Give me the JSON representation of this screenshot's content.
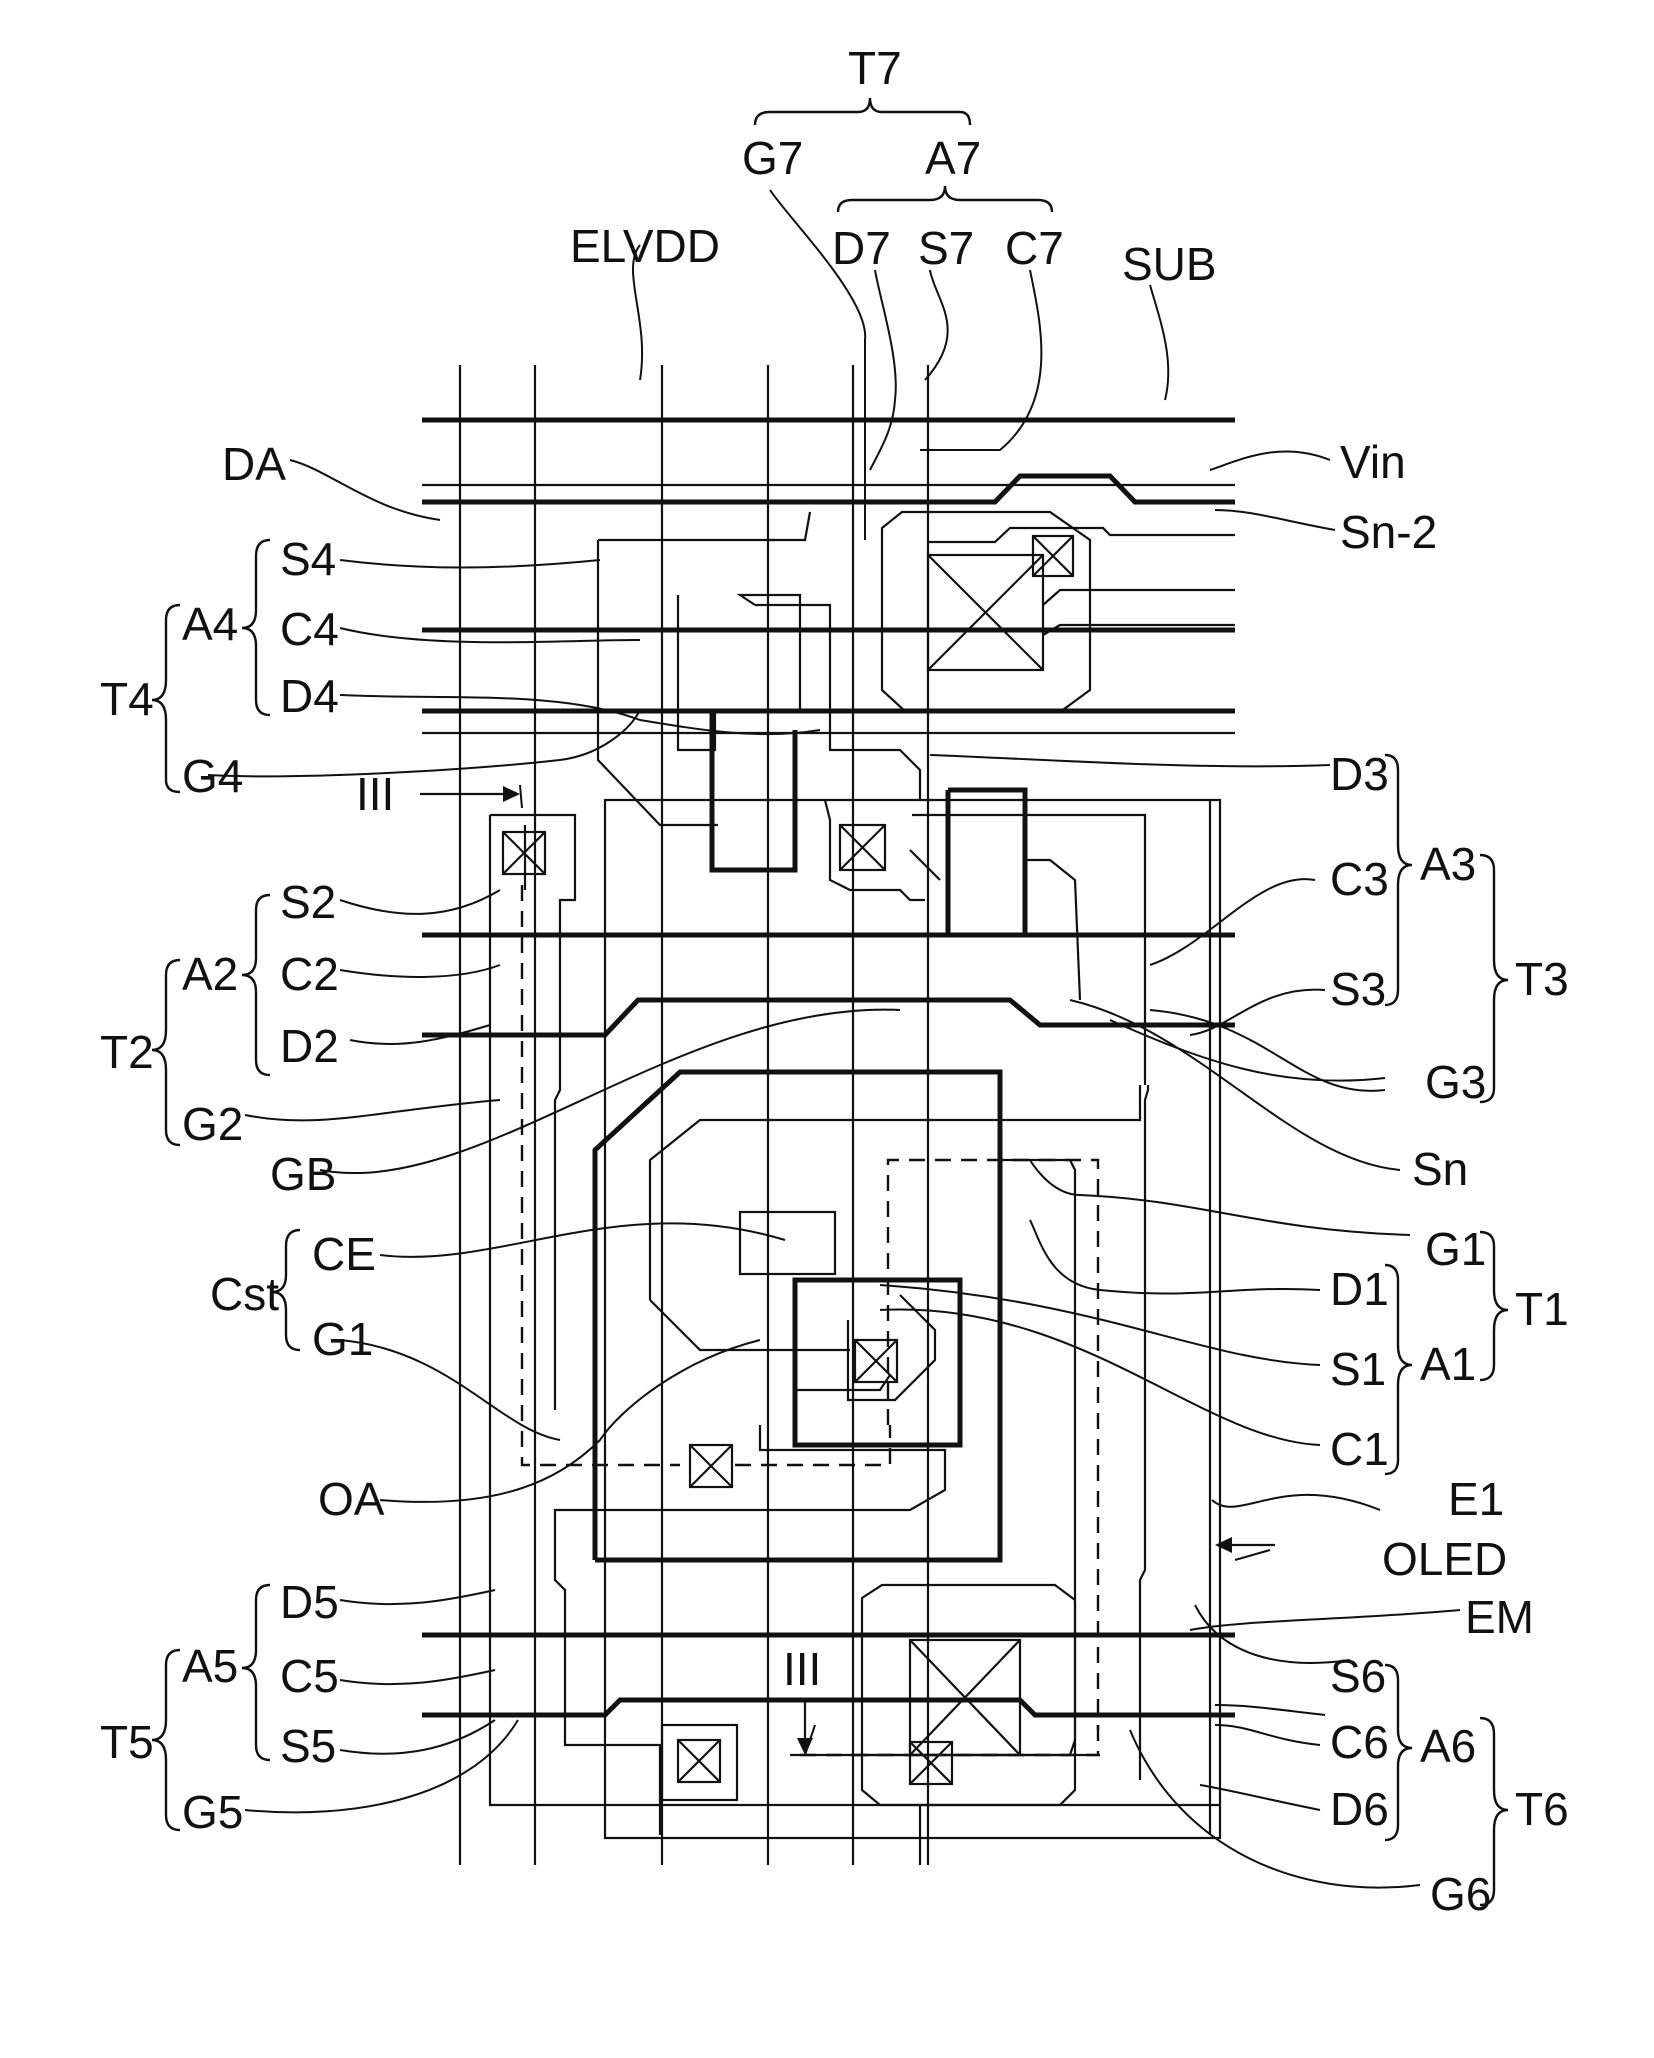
{
  "labels": {
    "T7": "T7",
    "G7": "G7",
    "A7": "A7",
    "D7": "D7",
    "S7": "S7",
    "C7": "C7",
    "ELVDD": "ELVDD",
    "SUB": "SUB",
    "DA": "DA",
    "Vin": "Vin",
    "Sn2": "Sn-2",
    "S4": "S4",
    "C4": "C4",
    "D4": "D4",
    "A4": "A4",
    "T4": "T4",
    "G4": "G4",
    "III_top": "III",
    "III_bottom": "III",
    "D3": "D3",
    "C3": "C3",
    "S3": "S3",
    "A3": "A3",
    "T3": "T3",
    "G3": "G3",
    "S2": "S2",
    "C2": "C2",
    "D2": "D2",
    "A2": "A2",
    "T2": "T2",
    "G2": "G2",
    "GB": "GB",
    "Sn": "Sn",
    "G1_right": "G1",
    "D1": "D1",
    "S1": "S1",
    "C1": "C1",
    "A1": "A1",
    "T1": "T1",
    "CE": "CE",
    "Cst": "Cst",
    "G1_left": "G1",
    "OA": "OA",
    "E1": "E1",
    "OLED": "OLED",
    "EM": "EM",
    "D5": "D5",
    "C5": "C5",
    "S5": "S5",
    "A5": "A5",
    "T5": "T5",
    "G5": "G5",
    "S6": "S6",
    "C6": "C6",
    "D6": "D6",
    "A6": "A6",
    "T6": "T6",
    "G6": "G6"
  }
}
